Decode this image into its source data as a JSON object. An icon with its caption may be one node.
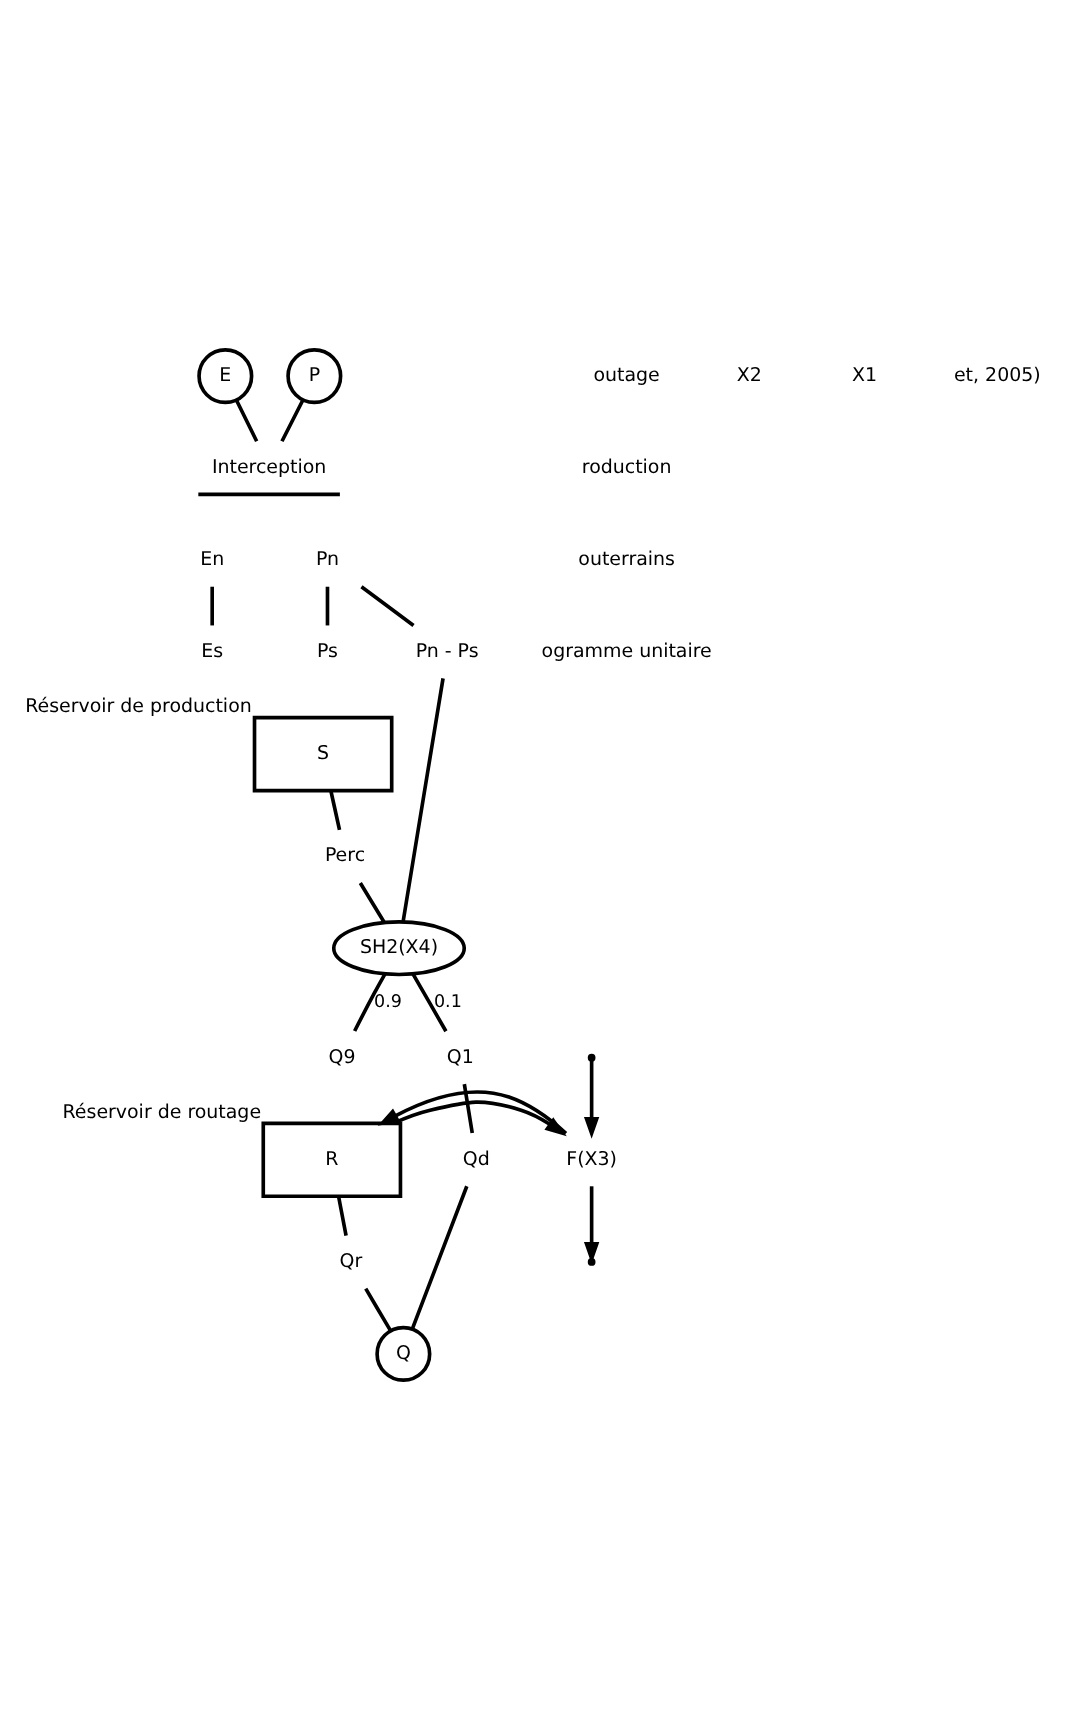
{
  "diagram": {
    "nodes": [
      {
        "text": [
          "E"
        ]
      },
      {
        "text": [
          "P"
        ]
      },
      {
        "text": [
          "Interception"
        ]
      },
      {
        "text": [
          "En"
        ]
      },
      {
        "text": [
          "Pn"
        ]
      },
      {
        "text": [
          "Es"
        ]
      },
      {
        "text": [
          "Ps"
        ]
      },
      {
        "text": [
          "Pn - Ps"
        ]
      },
      {
        "text": [
          "S"
        ],
        "beside": [
          "Réservoir de production"
        ]
      },
      {
        "text": [
          "Perc"
        ]
      },
      {
        "text": [
          "SH2(X4)"
        ]
      },
      {
        "text": [
          "Q9"
        ]
      },
      {
        "text": [
          "Q1"
        ]
      },
      {
        "text": [
          "R"
        ],
        "beside": [
          "Réservoir de routage"
        ]
      },
      {
        "text": [
          "F(X3)"
        ]
      },
      {
        "text": [
          "Qr"
        ]
      },
      {
        "text": [
          "Qd"
        ]
      },
      {
        "text": [
          "Q"
        ]
      }
    ],
    "edges": [
      {
        "from": 0,
        "to": 2,
        "arrow": "none"
      },
      {
        "from": 1,
        "to": 2,
        "arrow": "none"
      },
      {
        "from": 3,
        "to": 5,
        "arrow": "none"
      },
      {
        "from": 4,
        "to": 6,
        "arrow": "none"
      },
      {
        "from": 4,
        "to": 7,
        "arrow": "none"
      },
      {
        "from": 8,
        "to": 9,
        "arrow": "none"
      },
      {
        "from": 7,
        "to": 10,
        "arrow": "none"
      },
      {
        "from": 9,
        "to": 10,
        "arrow": "none"
      },
      {
        "from": 10,
        "to": 11,
        "arrow": "none",
        "label": "0.9"
      },
      {
        "from": 10,
        "to": 12,
        "arrow": "none",
        "label": "0.1"
      },
      {
        "from": 13,
        "to": 14,
        "arrow": "to"
      },
      {
        "from": 14,
        "to": 13,
        "arrow": "to"
      },
      {
        "from": null,
        "to": 14,
        "arrow": "to"
      },
      {
        "from": 14,
        "to": null,
        "arrow": "to"
      },
      {
        "from": 12,
        "to": 16,
        "arrow": "none"
      },
      {
        "from": 13,
        "to": 15,
        "arrow": "none"
      },
      {
        "from": 15,
        "to": 17,
        "arrow": "none"
      },
      {
        "from": 16,
        "to": 17,
        "arrow": "none"
      }
    ],
    "labels": [
      "outage",
      "roduction",
      "outerrains",
      "ogramme unitaire",
      "X2",
      "X1",
      "et, 2005)"
    ]
  }
}
